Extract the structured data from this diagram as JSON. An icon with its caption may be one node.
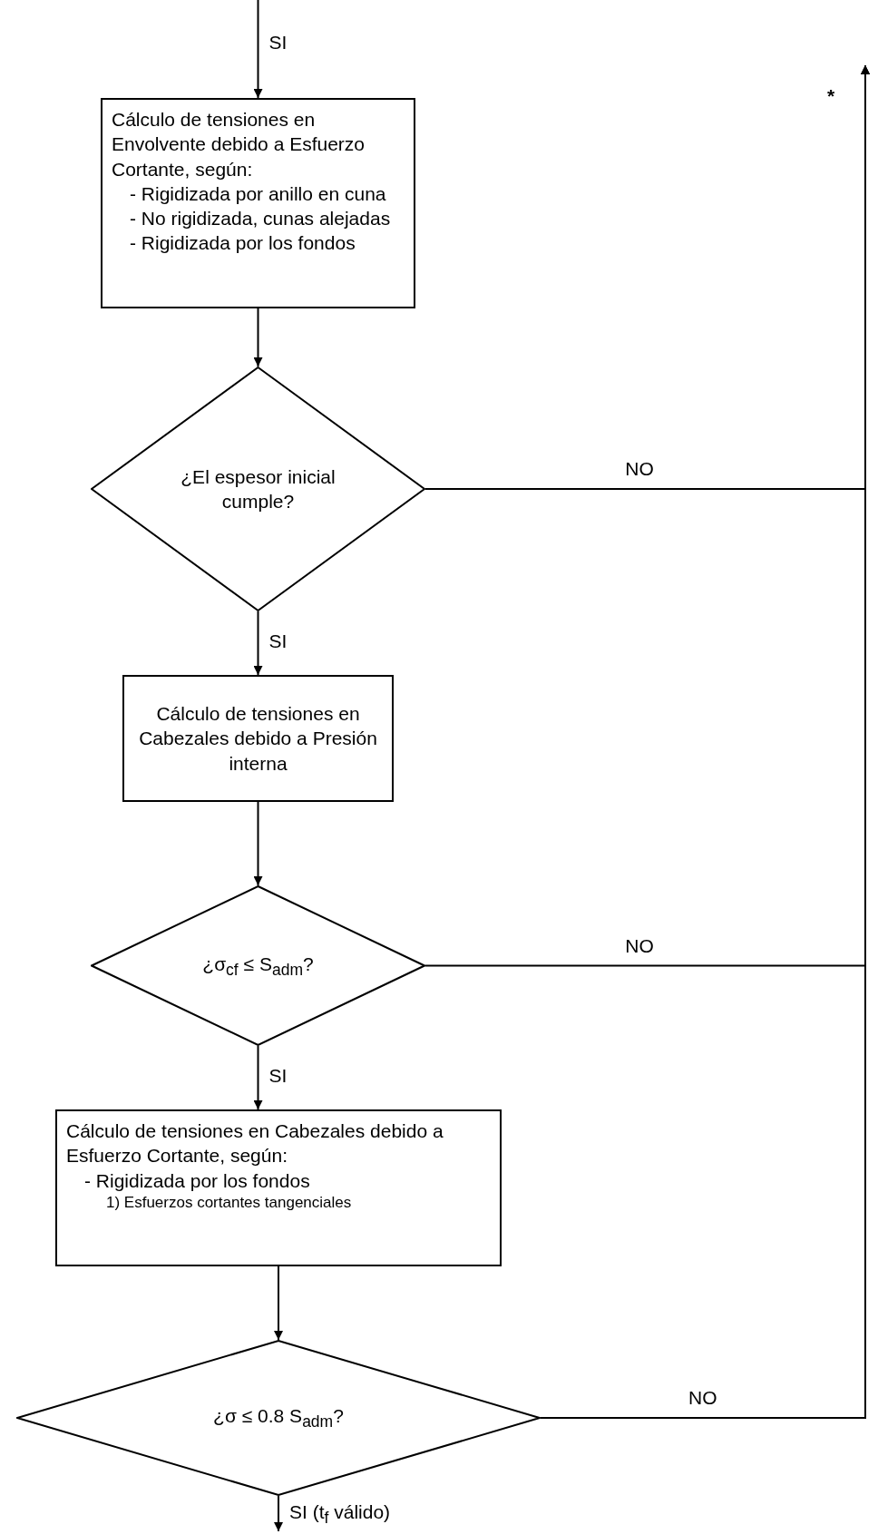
{
  "diagram": {
    "nodes": [
      {
        "text": [
          "Cálculo de tensiones en Envolvente debido a Esfuerzo Cortante, según:",
          "- Rigidizada por anillo en cuna",
          "- No rigidizada, cunas alejadas",
          "- Rigidizada por los fondos"
        ]
      },
      {
        "text": [
          "¿El espesor inicial cumple?"
        ]
      },
      {
        "text": [
          "Cálculo de tensiones en Cabezales debido a Presión interna"
        ]
      },
      {
        "text": [
          "¿σ$_{cf}$ ≤ S$_{adm}$?"
        ]
      },
      {
        "text": [
          "Cálculo de tensiones en Cabezales debido a Esfuerzo Cortante, según:",
          "- Rigidizada por los fondos",
          "1) Esfuerzos cortantes tangenciales"
        ]
      },
      {
        "text": [
          "¿σ ≤ 0.8 S$_{adm}$?"
        ]
      }
    ],
    "edges": [
      {
        "from": null,
        "to": 0,
        "arrow": "to",
        "label": "SI"
      },
      {
        "from": 0,
        "to": 1,
        "arrow": "to"
      },
      {
        "from": 1,
        "to": 2,
        "arrow": "to",
        "label": "SI"
      },
      {
        "from": 1,
        "to": null,
        "arrow": "to",
        "label": "NO"
      },
      {
        "from": 2,
        "to": 3,
        "arrow": "to"
      },
      {
        "from": 3,
        "to": 4,
        "arrow": "to",
        "label": "SI"
      },
      {
        "from": 3,
        "to": null,
        "arrow": "to",
        "label": "NO"
      },
      {
        "from": 4,
        "to": 5,
        "arrow": "to"
      },
      {
        "from": 5,
        "to": null,
        "arrow": "to",
        "label": "NO"
      },
      {
        "from": 5,
        "to": null,
        "arrow": "to",
        "label": "SI (t$_{f}$ válido)"
      }
    ],
    "labels": [
      "*"
    ]
  }
}
